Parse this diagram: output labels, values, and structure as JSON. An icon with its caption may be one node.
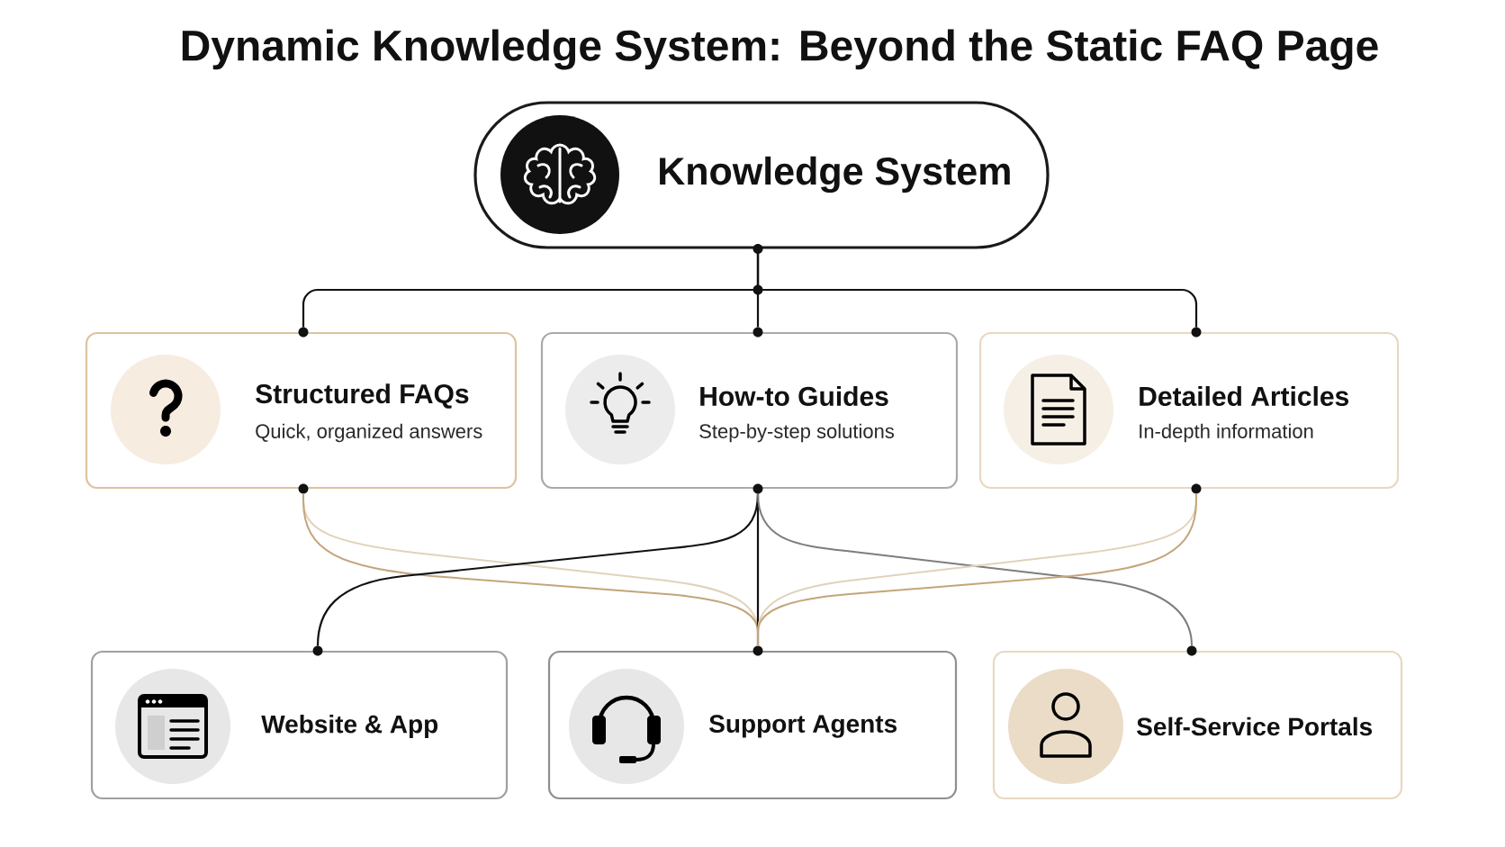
{
  "diagram": {
    "title": "Dynamic Knowledge System: Beyond the Static FAQ Page",
    "nodes": [
      {
        "text": [
          "Knowledge System"
        ]
      },
      {
        "text": [
          "Structured FAQs",
          "Quick, organized answers"
        ]
      },
      {
        "text": [
          "How-to Guides",
          "Step-by-step solutions"
        ]
      },
      {
        "text": [
          "Detailed Articles",
          "In-depth information"
        ]
      },
      {
        "text": [
          "Website & App"
        ]
      },
      {
        "text": [
          "Support Agents"
        ]
      },
      {
        "text": [
          "Self-Service Portals"
        ]
      }
    ],
    "edges": [
      {
        "from": 0,
        "to": 1,
        "arrow": "none"
      },
      {
        "from": 0,
        "to": 2,
        "arrow": "none"
      },
      {
        "from": 0,
        "to": 3,
        "arrow": "none"
      },
      {
        "from": 1,
        "to": 5,
        "arrow": "none",
        "color": "#c4a57a"
      },
      {
        "from": 2,
        "to": 4,
        "arrow": "none"
      },
      {
        "from": 2,
        "to": 5,
        "arrow": "none"
      },
      {
        "from": 2,
        "to": 6,
        "arrow": "none",
        "color": "#7d7d7d"
      },
      {
        "from": 3,
        "to": 5,
        "arrow": "none",
        "color": "#c4a57a"
      }
    ]
  }
}
